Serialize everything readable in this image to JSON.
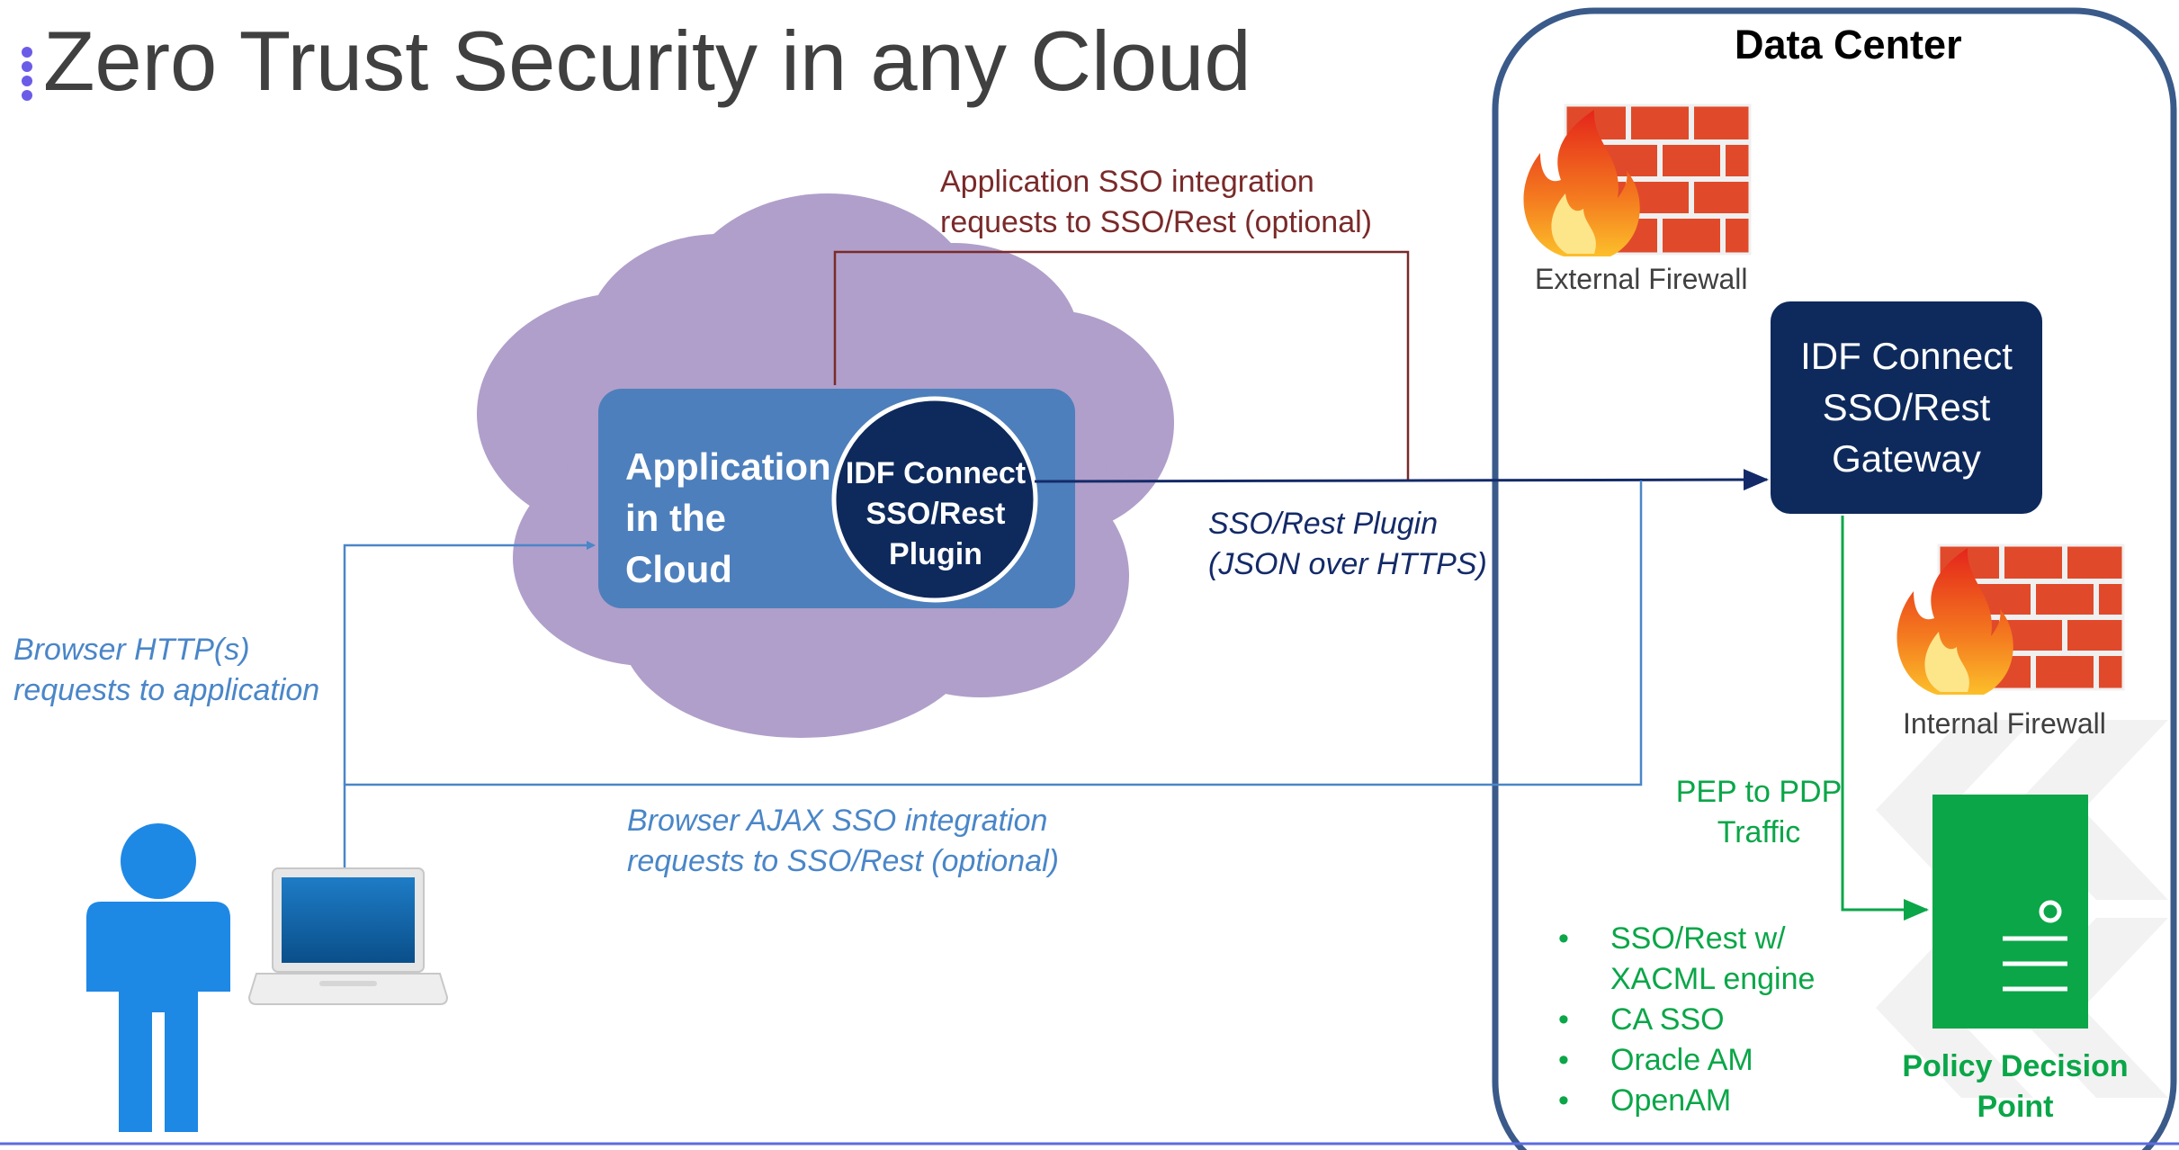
{
  "title": "Zero Trust Security in any Cloud",
  "data_center": {
    "title": "Data Center"
  },
  "app_sso_note": {
    "line1": "Application SSO integration",
    "line2": "requests to SSO/Rest (optional)"
  },
  "cloud": {
    "app_label": {
      "line1": "Application",
      "line2": "in the",
      "line3": "Cloud"
    },
    "plugin_label": {
      "line1": "IDF Connect",
      "line2": "SSO/Rest",
      "line3": "Plugin"
    }
  },
  "plugin_flow": {
    "line1": "SSO/Rest Plugin",
    "line2": "(JSON over HTTPS)"
  },
  "browser_requests": {
    "line1": "Browser HTTP(s)",
    "line2": "requests to application"
  },
  "ajax_note": {
    "line1": "Browser AJAX SSO integration",
    "line2": "requests to SSO/Rest (optional)"
  },
  "gateway": {
    "line1": "IDF Connect",
    "line2": "SSO/Rest",
    "line3": "Gateway"
  },
  "external_firewall": "External Firewall",
  "internal_firewall": "Internal Firewall",
  "pep_pdp": {
    "line1": "PEP to PDP",
    "line2": "Traffic"
  },
  "pdp_options": [
    "SSO/Rest w/",
    "XACML engine",
    "CA SSO",
    "Oracle AM",
    "OpenAM"
  ],
  "pdp_label": {
    "line1": "Policy Decision",
    "line2": "Point"
  },
  "colors": {
    "cloud": "#b09fca",
    "app_box": "#4d7fbc",
    "plugin_circle": "#0e2a5c",
    "gateway": "#0e2a5c",
    "data_center_border": "#3a5a8a",
    "maroon_line": "#7a2a2a",
    "blue_line": "#4a86c8",
    "navy_line": "#142a68",
    "green": "#0aa648",
    "user": "#1e88e5",
    "firewall_brick": "#e04a2a"
  }
}
